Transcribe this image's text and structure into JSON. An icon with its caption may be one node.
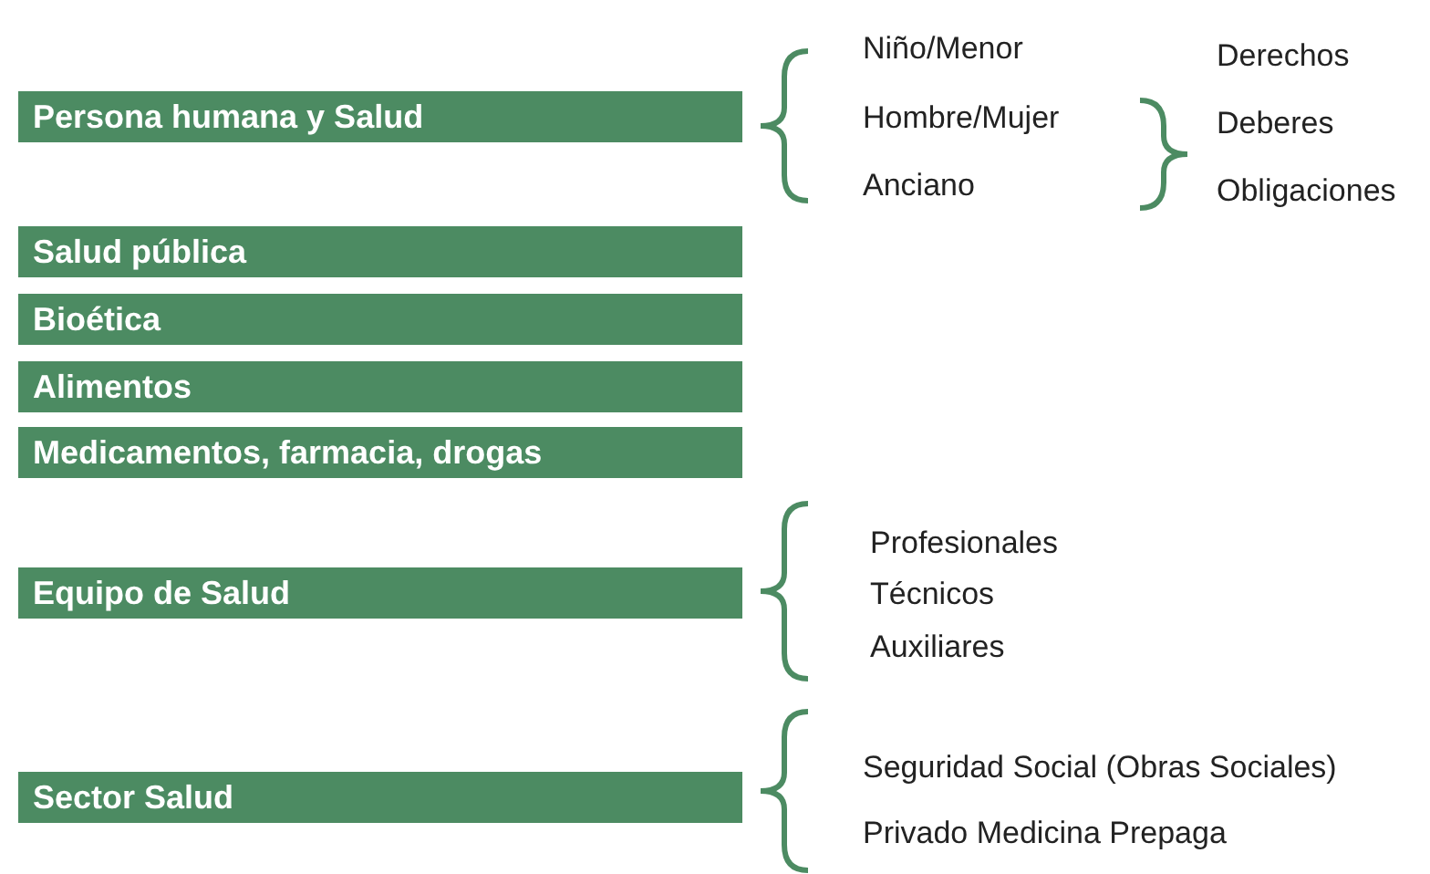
{
  "diagram": {
    "nodes": [
      {
        "text": [
          "Persona humana y Salud"
        ]
      },
      {
        "text": [
          "Salud pública"
        ]
      },
      {
        "text": [
          "Bioética"
        ]
      },
      {
        "text": [
          "Alimentos"
        ]
      },
      {
        "text": [
          "Medicamentos, farmacia, drogas"
        ]
      },
      {
        "text": [
          "Equipo de Salud"
        ]
      },
      {
        "text": [
          "Sector Salud"
        ]
      }
    ],
    "labels": [
      "Niño/Menor",
      "Derechos",
      "Hombre/Mujer",
      "Deberes",
      "Anciano",
      "Obligaciones",
      "Profesionales",
      "Técnicos",
      "Auxiliares",
      "Seguridad Social (Obras Sociales)",
      "Privado Medicina Prepaga"
    ]
  }
}
